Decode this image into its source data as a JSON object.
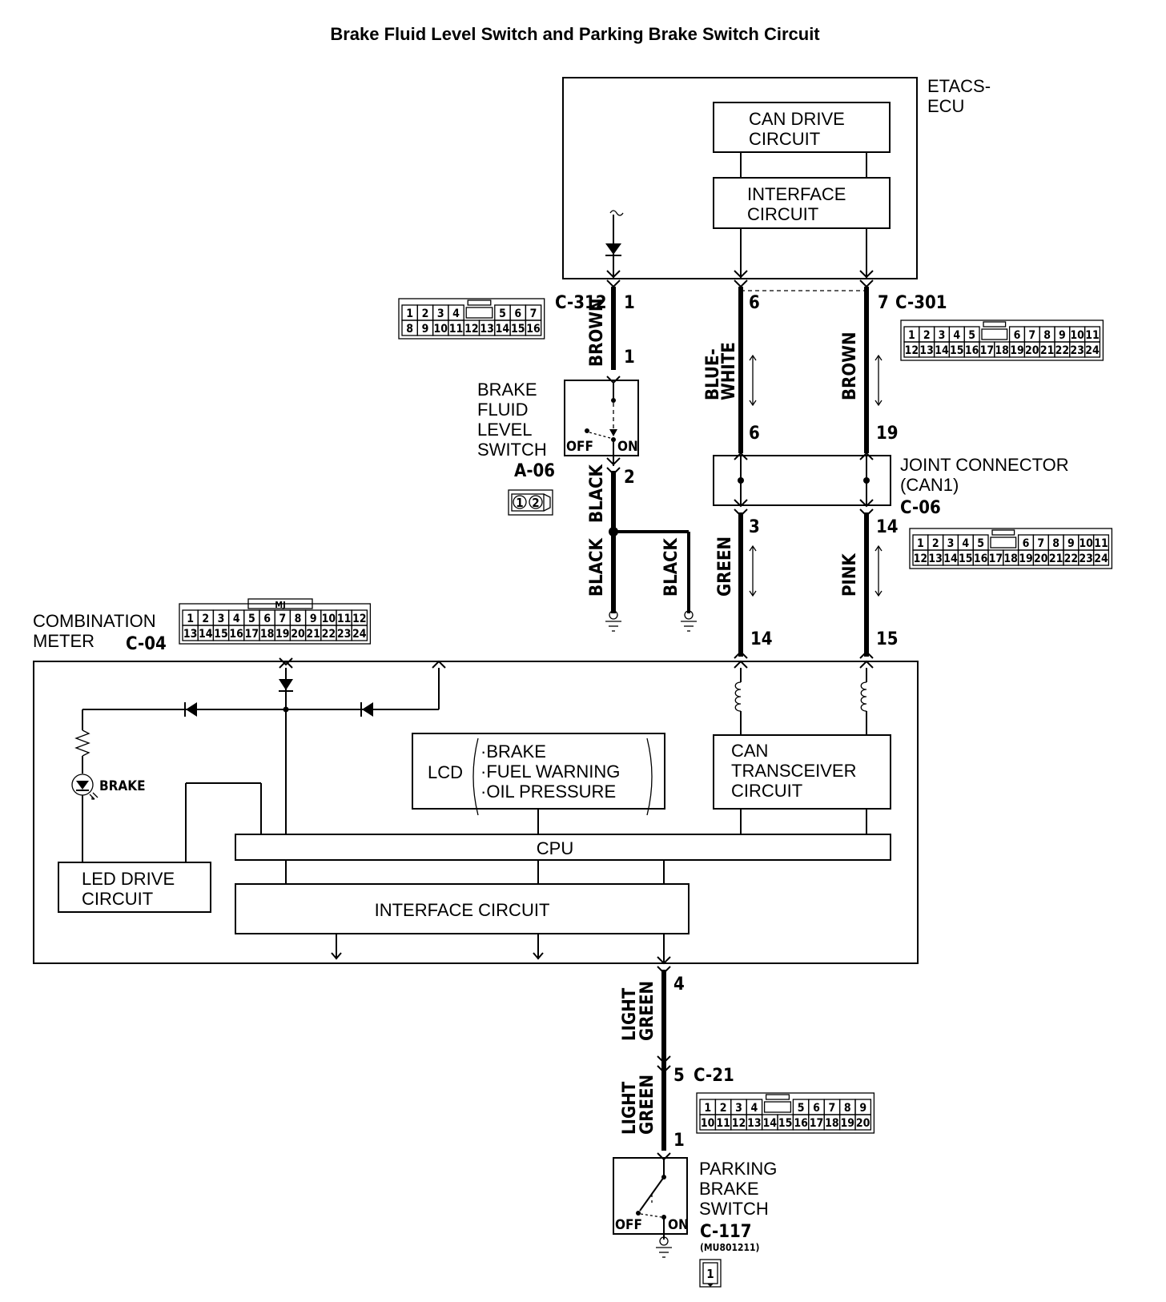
{
  "title": "Brake Fluid Level Switch and Parking Brake Switch Circuit",
  "ecu": {
    "name_line1": "ETACS-",
    "name_line2": "ECU",
    "can_drive_line1": "CAN DRIVE",
    "can_drive_line2": "CIRCUIT",
    "interface_line1": "INTERFACE",
    "interface_line2": "CIRCUIT"
  },
  "connectors": {
    "c312": {
      "name": "C-312",
      "row1": [
        "1",
        "2",
        "3",
        "4",
        "",
        "5",
        "6",
        "7"
      ],
      "row2": [
        "8",
        "9",
        "10",
        "11",
        "12",
        "13",
        "14",
        "15",
        "16"
      ]
    },
    "c301": {
      "name": "C-301",
      "row1": [
        "1",
        "2",
        "3",
        "4",
        "5",
        "",
        "6",
        "7",
        "8",
        "9",
        "10",
        "11"
      ],
      "row2": [
        "12",
        "13",
        "14",
        "15",
        "16",
        "17",
        "18",
        "19",
        "20",
        "21",
        "22",
        "23",
        "24"
      ]
    },
    "c06": {
      "name": "C-06",
      "row1": [
        "1",
        "2",
        "3",
        "4",
        "5",
        "",
        "6",
        "7",
        "8",
        "9",
        "10",
        "11"
      ],
      "row2": [
        "12",
        "13",
        "14",
        "15",
        "16",
        "17",
        "18",
        "19",
        "20",
        "21",
        "22",
        "23",
        "24"
      ]
    },
    "c04": {
      "name": "C-04",
      "tag": "MJ",
      "row1": [
        "1",
        "2",
        "3",
        "4",
        "5",
        "6",
        "7",
        "8",
        "9",
        "10",
        "11",
        "12"
      ],
      "row2": [
        "13",
        "14",
        "15",
        "16",
        "17",
        "18",
        "19",
        "20",
        "21",
        "22",
        "23",
        "24"
      ]
    },
    "c21": {
      "name": "C-21",
      "row1": [
        "1",
        "2",
        "3",
        "4",
        "",
        "5",
        "6",
        "7",
        "8",
        "9"
      ],
      "row2": [
        "10",
        "11",
        "12",
        "13",
        "14",
        "15",
        "16",
        "17",
        "18",
        "19",
        "20"
      ]
    },
    "a06": {
      "name": "A-06",
      "pins": [
        "1",
        "2"
      ]
    },
    "c117": {
      "name": "C-117",
      "part": "(MU801211)",
      "pin": "1"
    }
  },
  "pins": {
    "c312_pin1": "1",
    "bfls_top": "1",
    "bfls_bottom": "2",
    "ecu_pin6": "6",
    "ecu_pin7": "7",
    "jc_in_left": "6",
    "jc_in_right": "19",
    "jc_out_left": "3",
    "jc_out_right": "14",
    "meter_left": "14",
    "meter_right": "15",
    "meter_pin4": "4",
    "c21_pin5": "5",
    "pbs_pin1": "1"
  },
  "wires": {
    "brown": "BROWN",
    "black": "BLACK",
    "blue_white_1": "BLUE-",
    "blue_white_2": "WHITE",
    "green": "GREEN",
    "pink": "PINK",
    "light": "LIGHT",
    "lgreen": "GREEN"
  },
  "brake_fluid_switch": {
    "line1": "BRAKE",
    "line2": "FLUID",
    "line3": "LEVEL",
    "line4": "SWITCH",
    "off": "OFF",
    "on": "ON"
  },
  "joint_connector": {
    "line1": "JOINT CONNECTOR",
    "line2": "(CAN1)"
  },
  "combination_meter": {
    "line1": "COMBINATION",
    "line2": "METER",
    "brake_lamp": "BRAKE",
    "lcd": "LCD",
    "lcd_item1": "·BRAKE",
    "lcd_item2": "·FUEL WARNING",
    "lcd_item3": "·OIL PRESSURE",
    "can_line1": "CAN",
    "can_line2": "TRANSCEIVER",
    "can_line3": "CIRCUIT",
    "cpu": "CPU",
    "led_line1": "LED DRIVE",
    "led_line2": "CIRCUIT",
    "interface": "INTERFACE CIRCUIT"
  },
  "parking_brake_switch": {
    "line1": "PARKING",
    "line2": "BRAKE",
    "line3": "SWITCH",
    "off": "OFF",
    "on": "ON"
  }
}
